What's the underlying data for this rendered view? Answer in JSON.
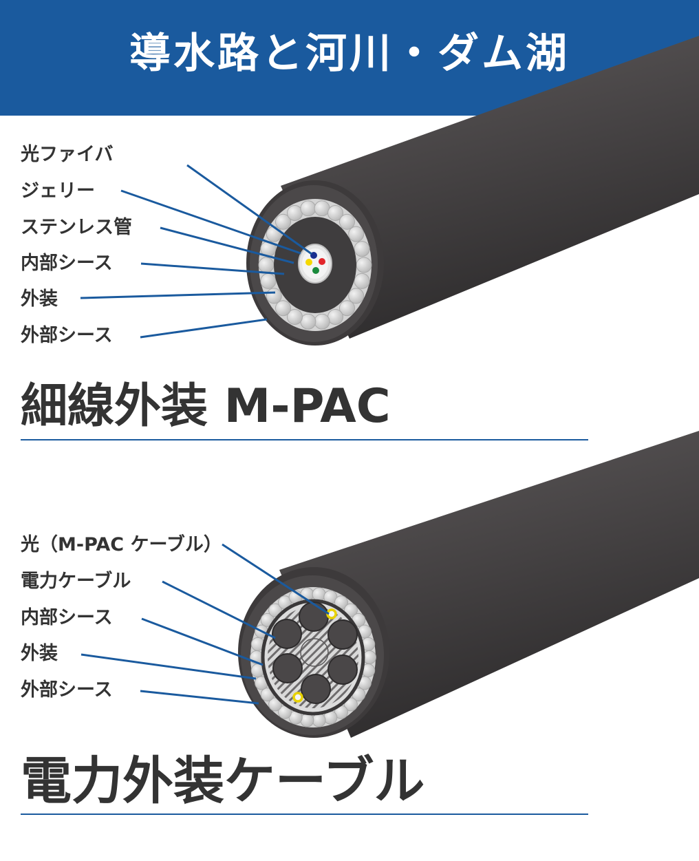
{
  "header": {
    "title": "導水路と河川・ダム湖",
    "color": "#1a5a9e"
  },
  "colors": {
    "accent_blue": "#1a5a9e",
    "cable_dark": "#3a3839",
    "text": "#333333",
    "fiber_blue": "#1a2f8f",
    "fiber_red": "#e2262b",
    "fiber_yellow": "#f5d800",
    "fiber_green": "#1a8a3c"
  },
  "cable1": {
    "title": "細線外装 M-PAC",
    "labels": [
      "光ファイバ",
      "ジェリー",
      "ステンレス管",
      "内部シース",
      "外装",
      "外部シース"
    ]
  },
  "cable2": {
    "title": "電力外装ケーブル",
    "labels": [
      "光（M-PAC ケーブル）",
      "電力ケーブル",
      "内部シース",
      "外装",
      "外部シース"
    ]
  }
}
